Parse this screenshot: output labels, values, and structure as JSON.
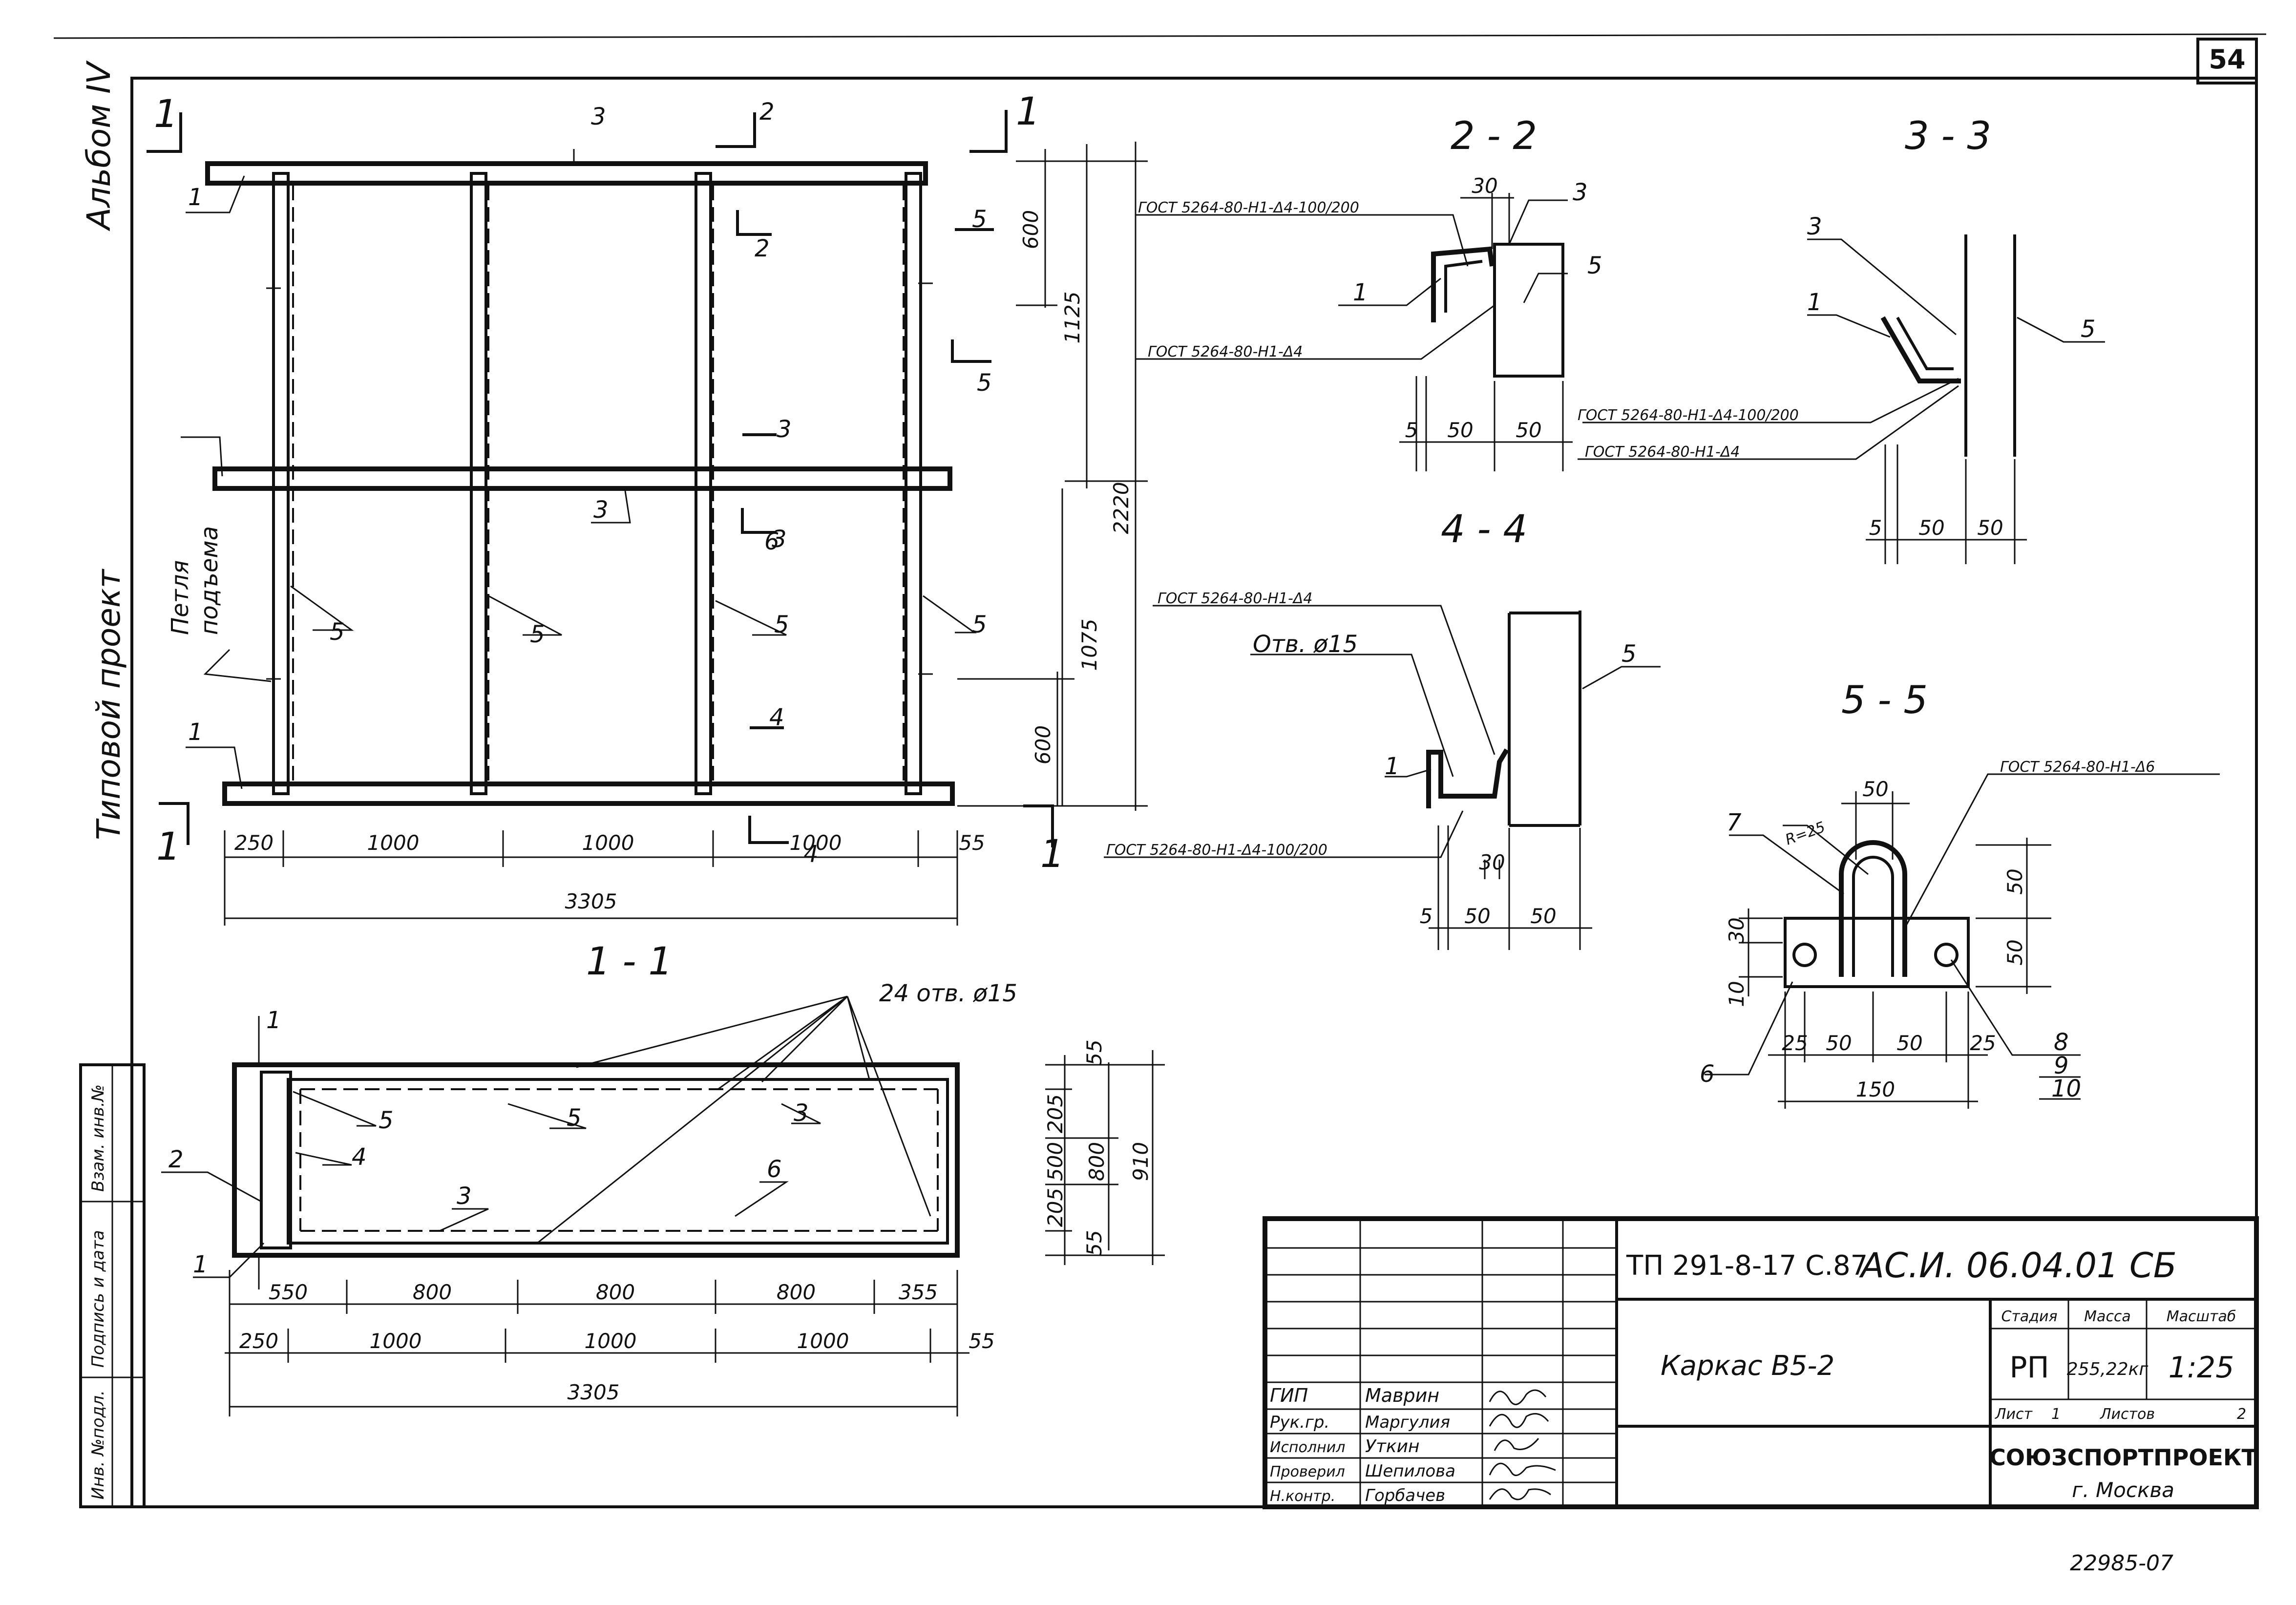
{
  "sheet": {
    "number": "54",
    "side_album": "Альбом IV",
    "side_project": "Типовой проект",
    "footer_code": "22985-07"
  },
  "front_view": {
    "section_marks": [
      "1",
      "1",
      "2",
      "2",
      "3",
      "3",
      "4",
      "4",
      "5",
      "5",
      "1",
      "1"
    ],
    "loop_label_1": "Петля",
    "loop_label_2": "подъема",
    "callouts": [
      "1",
      "1",
      "3",
      "3",
      "5",
      "5",
      "5",
      "5",
      "6"
    ],
    "dims_bottom": [
      "250",
      "1000",
      "1000",
      "1000",
      "55"
    ],
    "dim_total": "3305",
    "dims_right": [
      "600",
      "1125",
      "2220",
      "1075",
      "600"
    ]
  },
  "section_2_2": {
    "title": "2 - 2",
    "gost_top": "ГОСТ 5264-80-Н1-Δ4-100/200",
    "gost_bottom": "ГОСТ 5264-80-Н1-Δ4",
    "dims": [
      "30",
      "5",
      "50",
      "50"
    ],
    "callouts": [
      "1",
      "3",
      "5"
    ]
  },
  "section_3_3": {
    "title": "3 - 3",
    "gost_top": "ГОСТ 5264-80-Н1-Δ4-100/200",
    "gost_bottom": "ГОСТ 5264-80-Н1-Δ4",
    "dims": [
      "5",
      "50",
      "50"
    ],
    "callouts": [
      "3",
      "1",
      "5"
    ]
  },
  "section_4_4": {
    "title": "4 - 4",
    "gost_top": "ГОСТ 5264-80-Н1-Δ4",
    "hole": "Отв. ø15",
    "gost_bottom": "ГОСТ 5264-80-Н1-Δ4-100/200",
    "dims": [
      "30",
      "5",
      "50",
      "50"
    ],
    "callouts": [
      "1",
      "5"
    ]
  },
  "section_5_5": {
    "title": "5 - 5",
    "gost": "ГОСТ 5264-80-Н1-Δ6",
    "radius": "R=25",
    "dims_top": "50",
    "dims_right": [
      "50",
      "50"
    ],
    "dims_left": [
      "30",
      "10"
    ],
    "dims_bottom": [
      "25",
      "50",
      "50",
      "25"
    ],
    "dim_total": "150",
    "callouts": [
      "7",
      "6",
      "8",
      "9",
      "10"
    ]
  },
  "section_1_1": {
    "title": "1 - 1",
    "holes": "24 отв. ø15",
    "callouts": [
      "1",
      "2",
      "1",
      "5",
      "4",
      "3",
      "5",
      "3",
      "6"
    ],
    "dims_top": [
      "550",
      "800",
      "800",
      "800",
      "355"
    ],
    "dims_mid": [
      "250",
      "1000",
      "1000",
      "1000",
      "55"
    ],
    "dim_total": "3305",
    "dims_right_inner": [
      "55",
      "205",
      "500",
      "205",
      "55"
    ],
    "dims_right_outer": [
      "800",
      "910"
    ]
  },
  "side_stamp": {
    "cells": [
      "Инв. №подл.",
      "Подпись и дата",
      "Взам. инв.№"
    ]
  },
  "title_block": {
    "project_code": "ТП 291-8-17 С.87",
    "doc_code": "АС.И. 06.04.01 СБ",
    "item_name": "Каркас  В5-2",
    "stage_header": "Стадия",
    "mass_header": "Масса",
    "scale_header": "Масштаб",
    "stage": "РП",
    "mass": "255,22кг",
    "scale": "1:25",
    "sheet_label": "Лист",
    "sheet_value": "1",
    "sheets_label": "Листов",
    "sheets_value": "2",
    "org": "СОЮЗСПОРТПРОЕКТ",
    "city": "г. Москва",
    "roles": [
      {
        "role": "ГИП",
        "name": "Маврин"
      },
      {
        "role": "Рук.гр.",
        "name": "Маргулия"
      },
      {
        "role": "Исполнил",
        "name": "Уткин"
      },
      {
        "role": "Проверил",
        "name": "Шепилова"
      },
      {
        "role": "Н.контр.",
        "name": "Горбачев"
      }
    ]
  }
}
